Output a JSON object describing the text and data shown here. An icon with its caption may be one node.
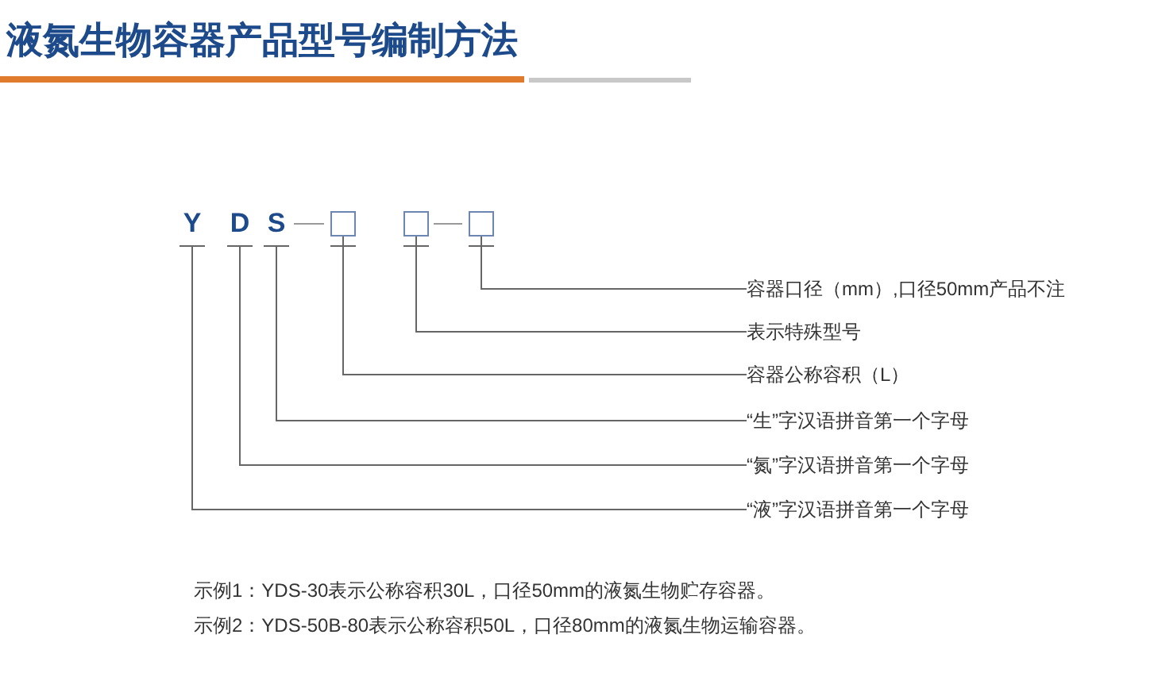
{
  "diagram": {
    "title": "液氮生物容器产品型号编制方法",
    "nodes": [
      {
        "text": [
          "Y"
        ]
      },
      {
        "text": [
          "D"
        ]
      },
      {
        "text": [
          "S"
        ]
      },
      {
        "text": [],
        "shape": "box"
      },
      {
        "text": [],
        "shape": "box"
      },
      {
        "text": [],
        "shape": "box"
      },
      {
        "text": [
          "容器口径（mm）,口径50mm产品不注"
        ]
      },
      {
        "text": [
          "表示特殊型号"
        ]
      },
      {
        "text": [
          "容器公称容积（L）"
        ]
      },
      {
        "text": [
          "“生”字汉语拼音第一个字母"
        ]
      },
      {
        "text": [
          "“氮”字汉语拼音第一个字母"
        ]
      },
      {
        "text": [
          "“液”字汉语拼音第一个字母"
        ]
      }
    ],
    "edges": [
      {
        "from": 2,
        "to": 3,
        "arrow": "none"
      },
      {
        "from": 4,
        "to": 5,
        "arrow": "none"
      },
      {
        "from": 5,
        "to": 6,
        "arrow": "none"
      },
      {
        "from": 4,
        "to": 7,
        "arrow": "none"
      },
      {
        "from": 3,
        "to": 8,
        "arrow": "none"
      },
      {
        "from": 2,
        "to": 9,
        "arrow": "none"
      },
      {
        "from": 1,
        "to": 10,
        "arrow": "none"
      },
      {
        "from": 0,
        "to": 11,
        "arrow": "none"
      }
    ],
    "labels": [
      "示例1：YDS-30表示公称容积30L，口径50mm的液氮生物贮存容器。",
      "示例2：YDS-50B-80表示公称容积50L，口径80mm的液氮生物运输容器。"
    ]
  }
}
